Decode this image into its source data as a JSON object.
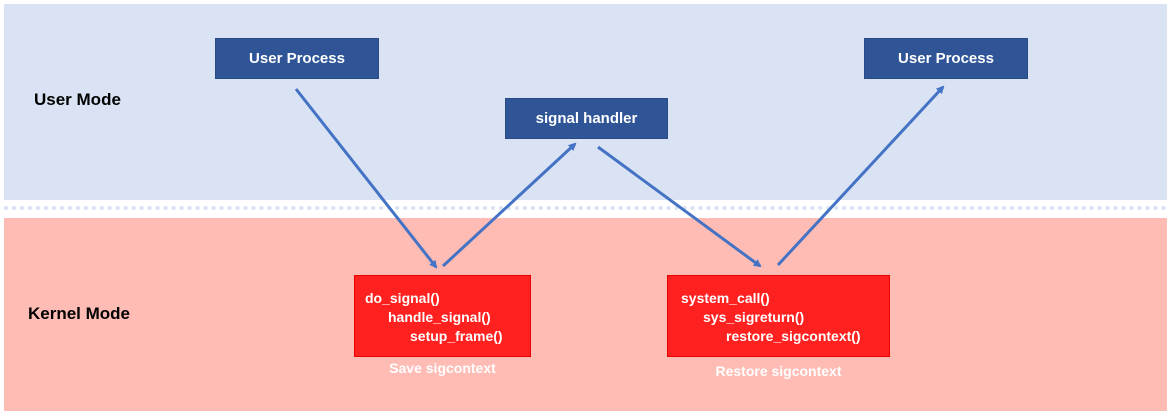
{
  "modes": {
    "user": "User Mode",
    "kernel": "Kernel Mode"
  },
  "user_boxes": {
    "left": "User Process",
    "right": "User Process",
    "handler": "signal handler"
  },
  "kernel_boxes": {
    "left": {
      "lines": [
        "do_signal()",
        "handle_signal()",
        "setup_frame()"
      ],
      "caption": "Save sigcontext"
    },
    "right": {
      "lines": [
        "system_call()",
        "sys_sigreturn()",
        "restore_sigcontext()"
      ],
      "caption": "Restore sigcontext"
    }
  },
  "colors": {
    "user_zone": "#dae3f3",
    "kernel_zone": "#ffbcb5",
    "user_box": "#2f5597",
    "kernel_box": "#ff2020",
    "arrow": "#4472c4"
  }
}
